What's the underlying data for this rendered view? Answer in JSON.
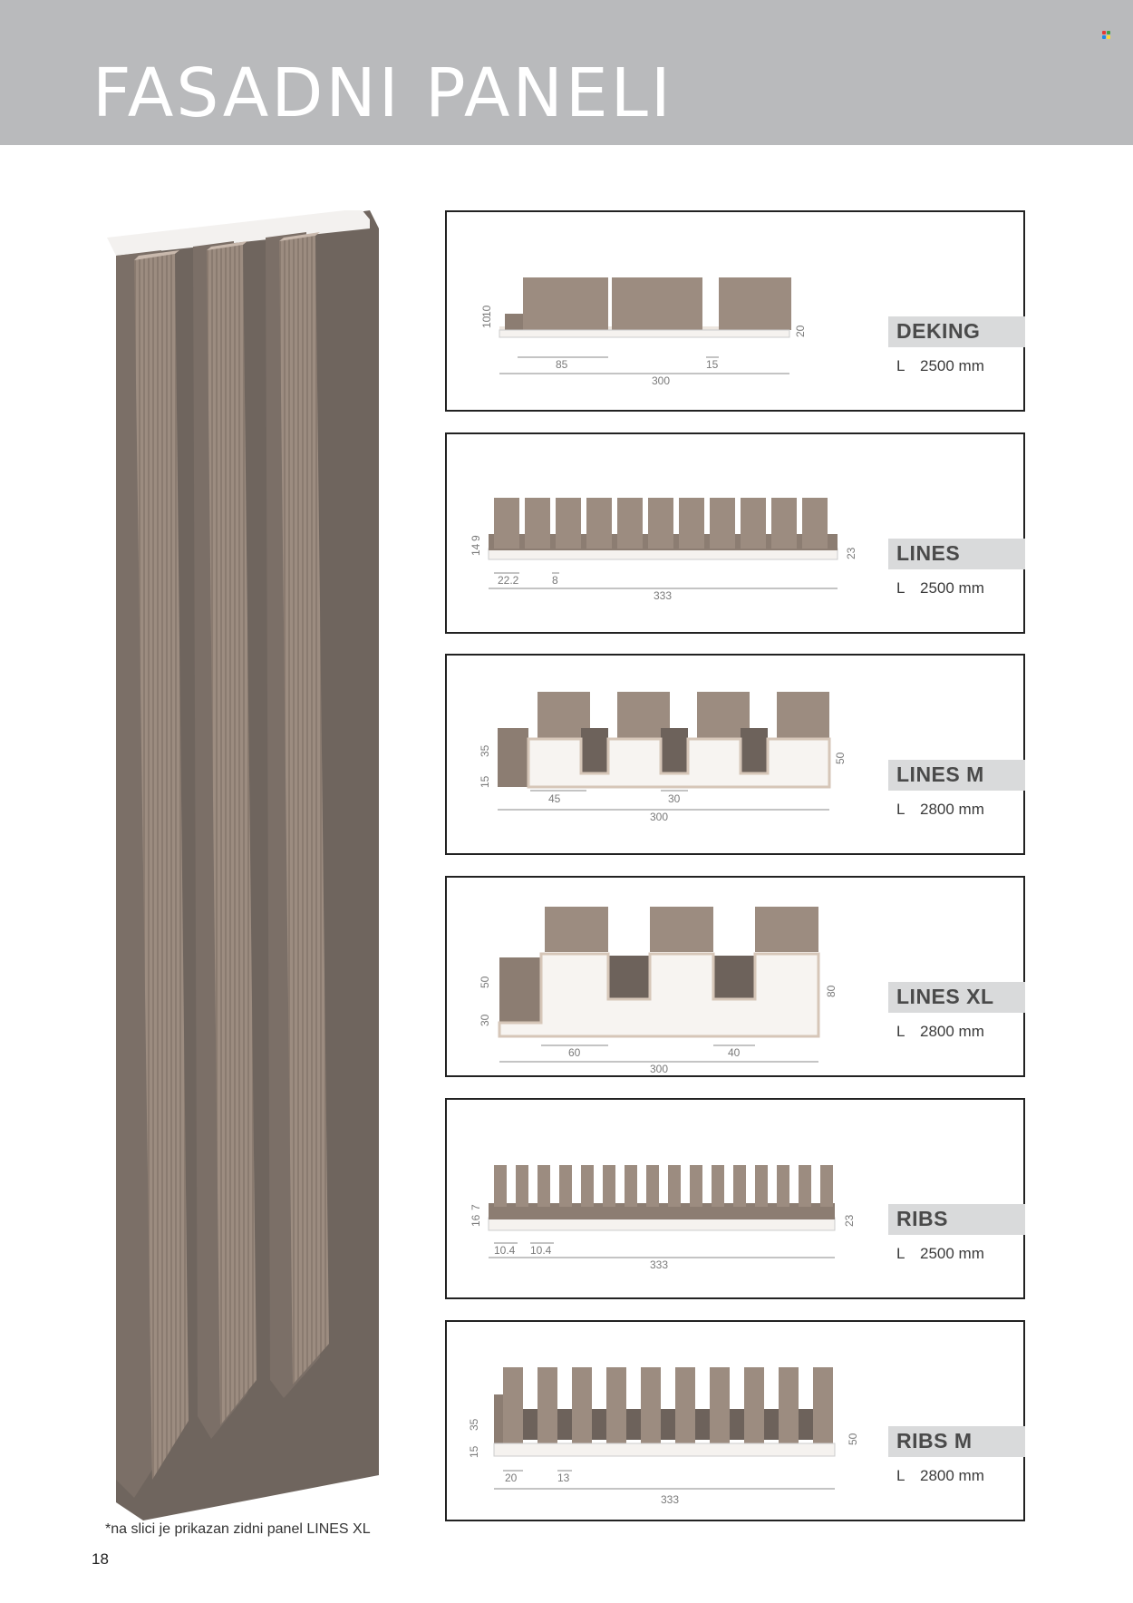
{
  "header": {
    "title": "FASADNI PANELI"
  },
  "colors": {
    "header_bg": "#b9babc",
    "panel_brown": "#8c7d72",
    "panel_dark": "#6d625b",
    "panel_light": "#ebe3dc",
    "label_band": "#d9dadb"
  },
  "products": [
    {
      "name": "DEKING",
      "length_prefix": "L",
      "length": "2500 mm",
      "dims": {
        "h1": "10",
        "h2": "10",
        "w1": "85",
        "w2": "15",
        "total": "300",
        "height": "20"
      }
    },
    {
      "name": "LINES",
      "length_prefix": "L",
      "length": "2500 mm",
      "dims": {
        "h1": "14",
        "h2": "9",
        "w1": "22.2",
        "w2": "8",
        "total": "333",
        "height": "23"
      }
    },
    {
      "name": "LINES M",
      "length_prefix": "L",
      "length": "2800 mm",
      "dims": {
        "h1": "15",
        "h2": "35",
        "w1": "45",
        "w2": "30",
        "total": "300",
        "height": "50"
      }
    },
    {
      "name": "LINES XL",
      "length_prefix": "L",
      "length": "2800 mm",
      "dims": {
        "h1": "30",
        "h2": "50",
        "w1": "60",
        "w2": "40",
        "total": "300",
        "height": "80"
      }
    },
    {
      "name": "RIBS",
      "length_prefix": "L",
      "length": "2500 mm",
      "dims": {
        "h1": "16",
        "h2": "7",
        "w1": "10.4",
        "w2": "10.4",
        "total": "333",
        "height": "23"
      }
    },
    {
      "name": "RIBS M",
      "length_prefix": "L",
      "length": "2800 mm",
      "dims": {
        "h1": "15",
        "h2": "35",
        "w1": "20",
        "w2": "13",
        "total": "333",
        "height": "50"
      }
    }
  ],
  "footnote": "*na slici je prikazan zidni panel LINES XL",
  "page_number": "18"
}
